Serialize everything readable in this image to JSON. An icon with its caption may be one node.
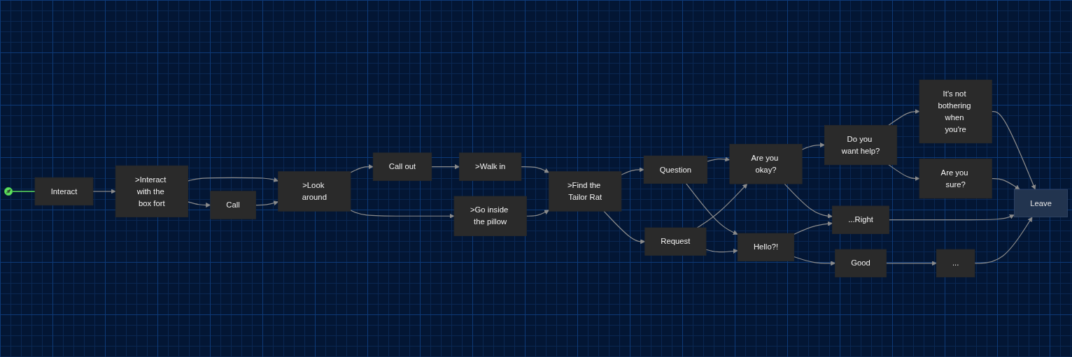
{
  "diagram": {
    "nodes": [
      {
        "text": [],
        "shape": "circle"
      },
      {
        "text": [
          "Interact"
        ]
      },
      {
        "text": [
          ">Interact with the box fort"
        ]
      },
      {
        "text": [
          "Call"
        ]
      },
      {
        "text": [
          ">Look around"
        ]
      },
      {
        "text": [
          "Call out"
        ]
      },
      {
        "text": [
          ">Go inside the pillow"
        ]
      },
      {
        "text": [
          ">Walk in"
        ]
      },
      {
        "text": [
          ">Find the Tailor Rat"
        ]
      },
      {
        "text": [
          "Question"
        ]
      },
      {
        "text": [
          "Request"
        ]
      },
      {
        "text": [
          "Are you okay?"
        ]
      },
      {
        "text": [
          "Hello?!"
        ]
      },
      {
        "text": [
          "Do you want help?"
        ]
      },
      {
        "text": [
          "...Right"
        ]
      },
      {
        "text": [
          "Good"
        ]
      },
      {
        "text": [
          "It's not bothering when you're"
        ]
      },
      {
        "text": [
          "Are you sure?"
        ]
      },
      {
        "text": [
          "..."
        ]
      },
      {
        "text": [
          "Leave"
        ]
      }
    ],
    "edges": [
      {
        "from": 0,
        "to": 1,
        "arrow": "none",
        "color": "#5ee05e"
      },
      {
        "from": 1,
        "to": 2,
        "arrow": "to"
      },
      {
        "from": 2,
        "to": 3,
        "arrow": "to"
      },
      {
        "from": 2,
        "to": 4,
        "arrow": "to"
      },
      {
        "from": 3,
        "to": 4,
        "arrow": "to"
      },
      {
        "from": 4,
        "to": 5,
        "arrow": "to"
      },
      {
        "from": 4,
        "to": 6,
        "arrow": "to"
      },
      {
        "from": 5,
        "to": 7,
        "arrow": "to"
      },
      {
        "from": 7,
        "to": 8,
        "arrow": "to"
      },
      {
        "from": 6,
        "to": 8,
        "arrow": "to"
      },
      {
        "from": 8,
        "to": 9,
        "arrow": "to"
      },
      {
        "from": 8,
        "to": 10,
        "arrow": "to"
      },
      {
        "from": 9,
        "to": 11,
        "arrow": "to"
      },
      {
        "from": 9,
        "to": 12,
        "arrow": "to"
      },
      {
        "from": 10,
        "to": 11,
        "arrow": "to"
      },
      {
        "from": 10,
        "to": 12,
        "arrow": "to"
      },
      {
        "from": 11,
        "to": 13,
        "arrow": "to"
      },
      {
        "from": 11,
        "to": 14,
        "arrow": "to"
      },
      {
        "from": 12,
        "to": 14,
        "arrow": "to"
      },
      {
        "from": 12,
        "to": 15,
        "arrow": "to"
      },
      {
        "from": 13,
        "to": 16,
        "arrow": "to"
      },
      {
        "from": 13,
        "to": 17,
        "arrow": "to"
      },
      {
        "from": 16,
        "to": 19,
        "arrow": "to"
      },
      {
        "from": 17,
        "to": 19,
        "arrow": "to"
      },
      {
        "from": 14,
        "to": 19,
        "arrow": "to"
      },
      {
        "from": 15,
        "to": 18,
        "arrow": "to"
      },
      {
        "from": 18,
        "to": 19,
        "arrow": "to"
      }
    ]
  }
}
